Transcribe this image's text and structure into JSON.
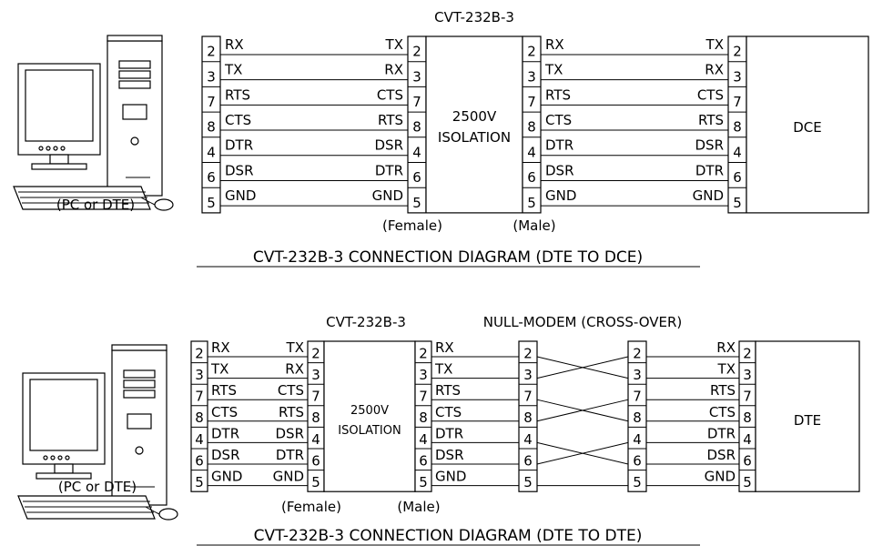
{
  "top": {
    "device_title": "CVT-232B-3",
    "isolation_line1": "2500V",
    "isolation_line2": "ISOLATION",
    "female_label": "(Female)",
    "male_label": "(Male)",
    "pc_label": "(PC or DTE)",
    "right_device": "DCE",
    "caption": "CVT-232B-3  CONNECTION DIAGRAM (DTE TO DCE)"
  },
  "bottom": {
    "device_title": "CVT-232B-3",
    "null_modem_title": "NULL-MODEM (CROSS-OVER)",
    "isolation_line1": "2500V",
    "isolation_line2": "ISOLATION",
    "female_label": "(Female)",
    "male_label": "(Male)",
    "pc_label": "(PC or DTE)",
    "right_device": "DTE",
    "caption": "CVT-232B-3  CONNECTION DIAGRAM (DTE TO DTE)"
  },
  "pins": [
    "2",
    "3",
    "7",
    "8",
    "4",
    "6",
    "5"
  ],
  "left_signals": [
    "RX",
    "TX",
    "RTS",
    "CTS",
    "DTR",
    "DSR",
    "GND"
  ],
  "right_signals": [
    "TX",
    "RX",
    "CTS",
    "RTS",
    "DSR",
    "DTR",
    "GND"
  ]
}
